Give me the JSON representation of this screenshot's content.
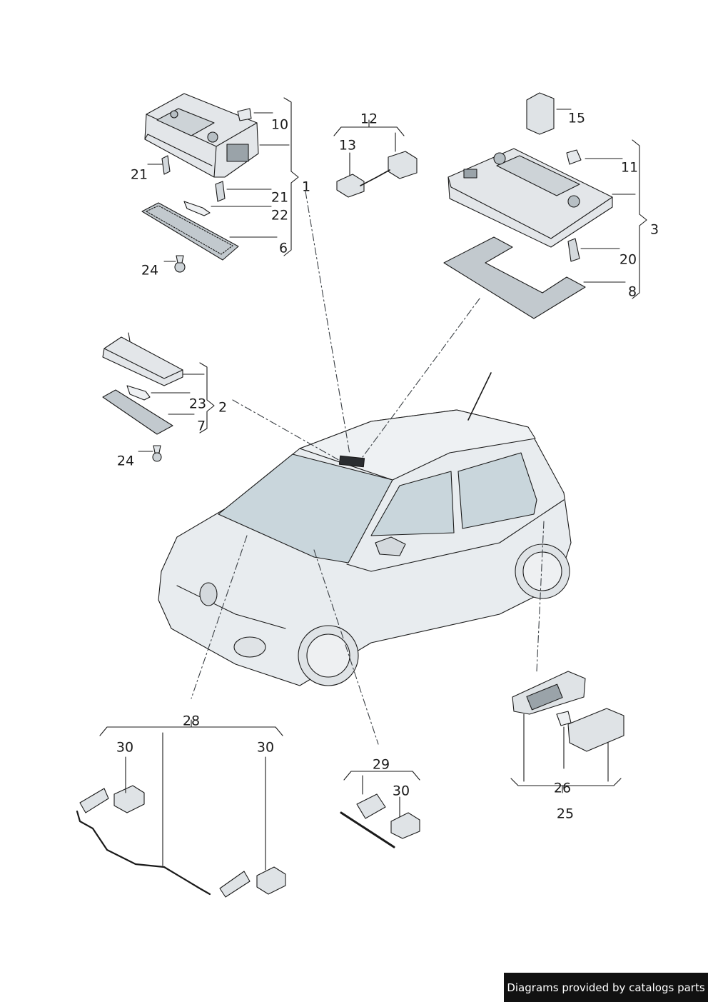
{
  "footer": {
    "credit": "Diagrams provided by catalogs parts"
  },
  "callouts": [
    {
      "id": "c10",
      "label": "10"
    },
    {
      "id": "c1",
      "label": "1"
    },
    {
      "id": "c21a",
      "label": "21"
    },
    {
      "id": "c21b",
      "label": "21"
    },
    {
      "id": "c22",
      "label": "22"
    },
    {
      "id": "c6",
      "label": "6"
    },
    {
      "id": "c24a",
      "label": "24"
    },
    {
      "id": "c12",
      "label": "12"
    },
    {
      "id": "c13",
      "label": "13"
    },
    {
      "id": "c15",
      "label": "15"
    },
    {
      "id": "c11",
      "label": "11"
    },
    {
      "id": "c3",
      "label": "3"
    },
    {
      "id": "c20",
      "label": "20"
    },
    {
      "id": "c8",
      "label": "8"
    },
    {
      "id": "c23",
      "label": "23"
    },
    {
      "id": "c2",
      "label": "2"
    },
    {
      "id": "c7",
      "label": "7"
    },
    {
      "id": "c24b",
      "label": "24"
    },
    {
      "id": "c28",
      "label": "28"
    },
    {
      "id": "c30a",
      "label": "30"
    },
    {
      "id": "c30b",
      "label": "30"
    },
    {
      "id": "c29",
      "label": "29"
    },
    {
      "id": "c30c",
      "label": "30"
    },
    {
      "id": "c26",
      "label": "26"
    },
    {
      "id": "c25",
      "label": "25"
    }
  ],
  "colors": {
    "line": "#1a1a1a",
    "part_fill": "#dfe3e6",
    "part_dark": "#8c959b",
    "car_body": "#e8ecef",
    "car_glass": "#c9d6dc",
    "footer_bg": "#111111",
    "footer_text": "#ffffff"
  }
}
